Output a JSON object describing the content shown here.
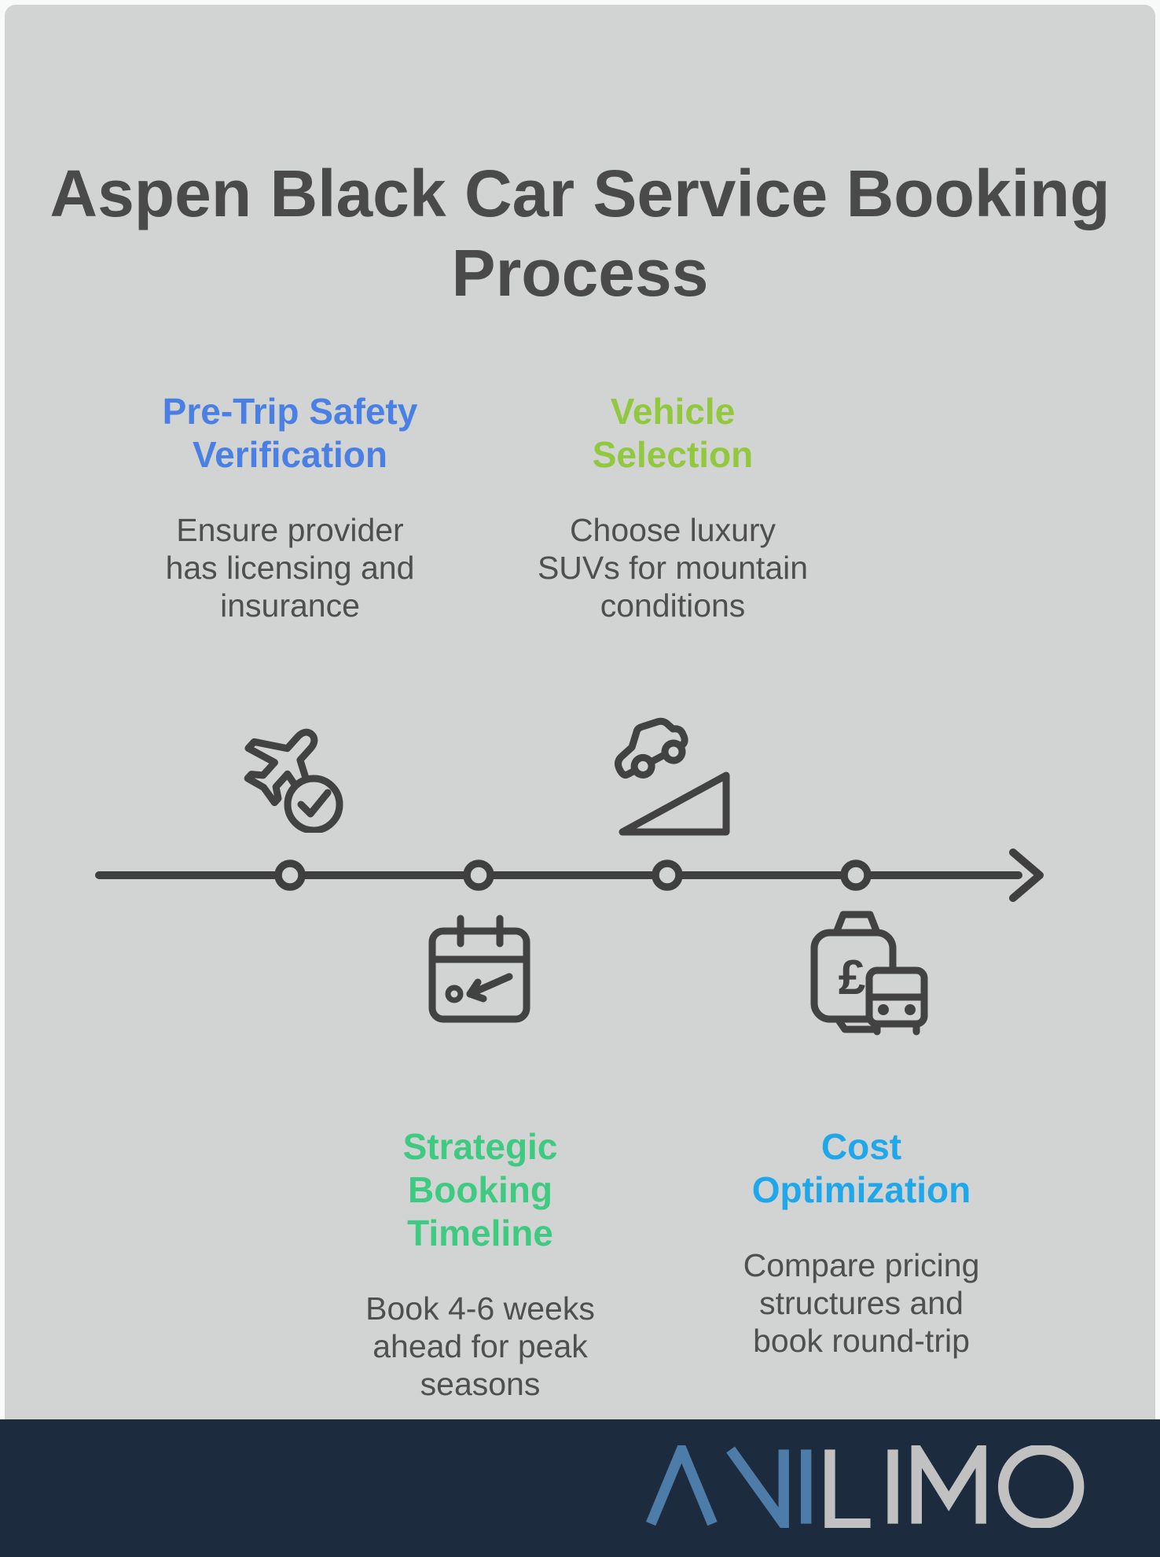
{
  "title": {
    "text": "Aspen Black Car Service Booking Process",
    "lines": [
      "Aspen Black Car Service Booking",
      "Process"
    ]
  },
  "colors": {
    "page_bg": "#F8FAF9",
    "canvas_bg": "#D2D3D3",
    "footer_bg": "#1C2B3E",
    "heading_color": "#4A4A4A",
    "body_color": "#4F4F4F",
    "icon_stroke": "#424242",
    "timeline_color": "#3F3F3F"
  },
  "steps": [
    {
      "title": "Pre-Trip Safety Verification",
      "title_lines": [
        "Pre-Trip Safety",
        "Verification"
      ],
      "description": "Ensure provider has licensing and insurance",
      "desc_lines": [
        "Ensure provider",
        "has licensing and",
        "insurance"
      ],
      "accent_color": "#4A7FE3",
      "icon": "airplane-check-icon",
      "position": "above-timeline"
    },
    {
      "title": "Vehicle Selection",
      "title_lines": [
        "Vehicle",
        "Selection"
      ],
      "description": "Choose luxury SUVs for mountain conditions",
      "desc_lines": [
        "Choose luxury",
        "SUVs for mountain",
        "conditions"
      ],
      "accent_color": "#92C83E",
      "icon": "car-on-slope-icon",
      "position": "above-timeline"
    },
    {
      "title": "Strategic Booking Timeline",
      "title_lines": [
        "Strategic",
        "Booking",
        "Timeline"
      ],
      "description": "Book 4-6 weeks ahead for peak seasons",
      "desc_lines": [
        "Book 4-6 weeks",
        "ahead for peak",
        "seasons"
      ],
      "accent_color": "#3ECA80",
      "icon": "calendar-return-icon",
      "position": "below-timeline"
    },
    {
      "title": "Cost Optimization",
      "title_lines": [
        "Cost",
        "Optimization"
      ],
      "description": "Compare pricing structures and book round-trip",
      "desc_lines": [
        "Compare pricing",
        "structures and",
        "book round-trip"
      ],
      "accent_color": "#1FA7EA",
      "icon": "price-luggage-bus-icon",
      "currency_symbol": "£",
      "position": "below-timeline"
    }
  ],
  "timeline": {
    "node_count": 4,
    "direction": "left-to-right-arrow"
  },
  "footer": {
    "logo_text": "ANILIMO",
    "logo_prefix": "ANI",
    "logo_suffix": "LIMO",
    "logo_prefix_color": "#4E7CA8",
    "logo_suffix_color": "#C1C1C1"
  }
}
